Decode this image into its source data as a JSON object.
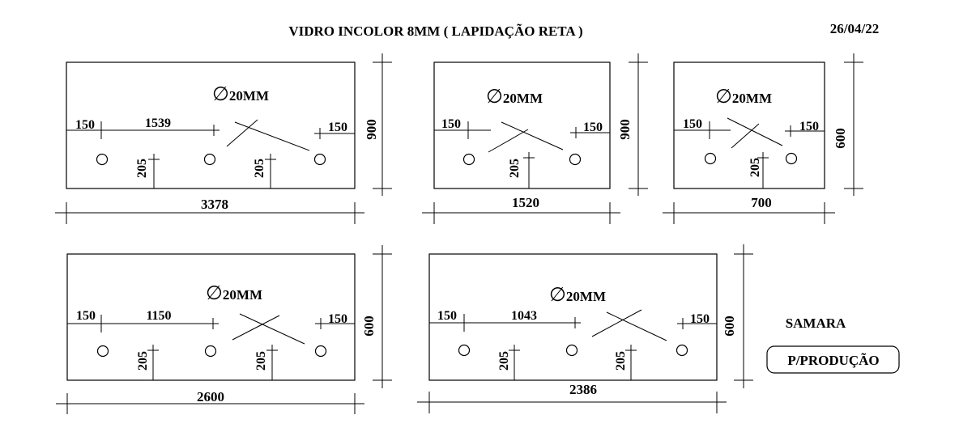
{
  "header": {
    "title": "VIDRO INCOLOR 8MM ( LAPIDAÇÃO RETA )",
    "date": "26/04/22"
  },
  "footer": {
    "client": "SAMARA",
    "status": "P/PRODUÇÃO"
  },
  "pieces": [
    {
      "hole": "20MM",
      "left_offset": "150",
      "spacing": "1539",
      "right_offset": "150",
      "hole_height_1": "205",
      "hole_height_2": "205",
      "height": "900",
      "width": "3378"
    },
    {
      "hole": "20MM",
      "left_offset": "150",
      "right_offset": "150",
      "hole_height_1": "205",
      "height": "900",
      "width": "1520"
    },
    {
      "hole": "20MM",
      "left_offset": "150",
      "right_offset": "150",
      "hole_height_1": "205",
      "height": "600",
      "width": "700"
    },
    {
      "hole": "20MM",
      "left_offset": "150",
      "spacing": "1150",
      "right_offset": "150",
      "hole_height_1": "205",
      "hole_height_2": "205",
      "height": "600",
      "width": "2600"
    },
    {
      "hole": "20MM",
      "left_offset": "150",
      "spacing": "1043",
      "right_offset": "150",
      "hole_height_1": "205",
      "hole_height_2": "205",
      "height": "600",
      "width": "2386"
    }
  ]
}
